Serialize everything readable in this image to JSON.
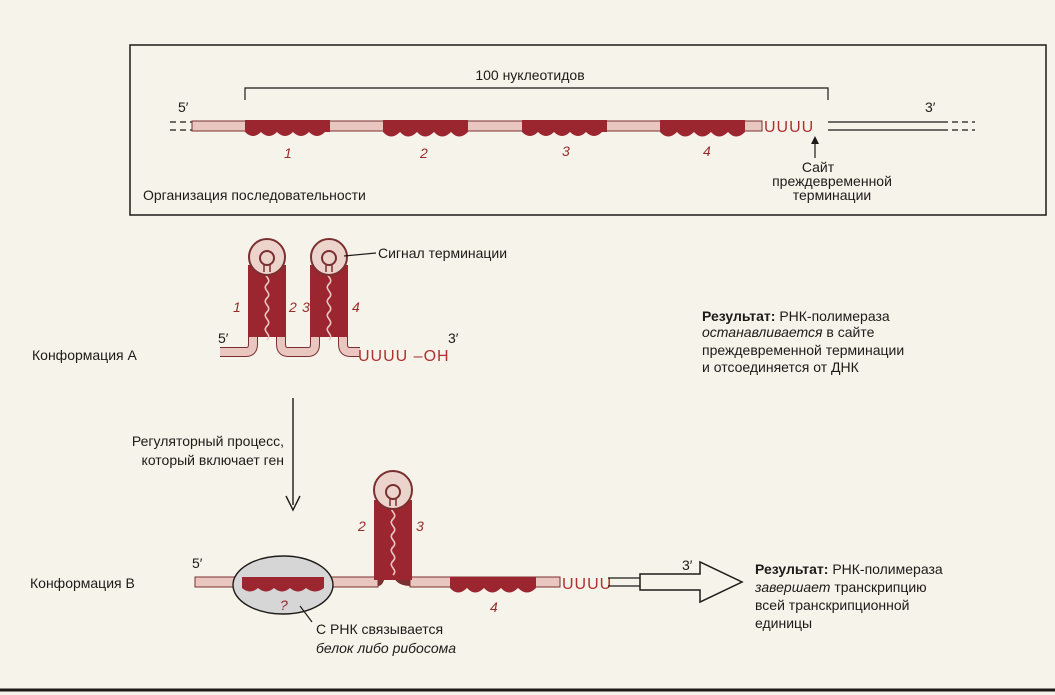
{
  "organization": {
    "span_label": "100 нуклеотидов",
    "five_prime": "5′",
    "three_prime": "3′",
    "regions": [
      "1",
      "2",
      "3",
      "4"
    ],
    "uuuu": "UUUU",
    "site_label": [
      "Сайт",
      "преждевременной",
      "терминации"
    ],
    "caption": "Организация последовательности"
  },
  "conf_a": {
    "label": "Конформация А",
    "five_prime": "5′",
    "three_prime": "3′",
    "stem_numbers": [
      "1",
      "2",
      "3",
      "4"
    ],
    "signal_label": "Сигнал терминации",
    "uuuu_oh": "UUUU –OH",
    "result_prefix": "Результат:",
    "result_line1_rest": "РНК-полимераза",
    "result_line2_italic": "останавливается",
    "result_line2_rest": "в сайте",
    "result_line3": "преждевременной терминации",
    "result_line4": "и отсоединяется от ДНК"
  },
  "regulation": {
    "line1": "Регуляторный процесс,",
    "line2": "который включает ген"
  },
  "conf_b": {
    "label": "Конформация В",
    "five_prime": "5′",
    "three_prime": "3′",
    "stem_numbers": [
      "2",
      "3"
    ],
    "region4": "4",
    "region1": "?",
    "uuuu": "UUUU",
    "binding_line1": "С РНК связывается",
    "binding_line2": "белок либо рибосома",
    "result_prefix": "Результат:",
    "result_line1_rest": "РНК-полимераза",
    "result_line2_italic": "завершает",
    "result_line2_rest": "транскрипцию",
    "result_line3": "всей транскрипционной",
    "result_line4": "единицы"
  },
  "colors": {
    "rna_fill": "#e9c6c0",
    "rna_stroke": "#7a3030",
    "region_fill": "#9c2630",
    "loop_fill": "#ecd3cc",
    "protein_fill": "#d6d6d6",
    "line": "#1e1a18"
  }
}
